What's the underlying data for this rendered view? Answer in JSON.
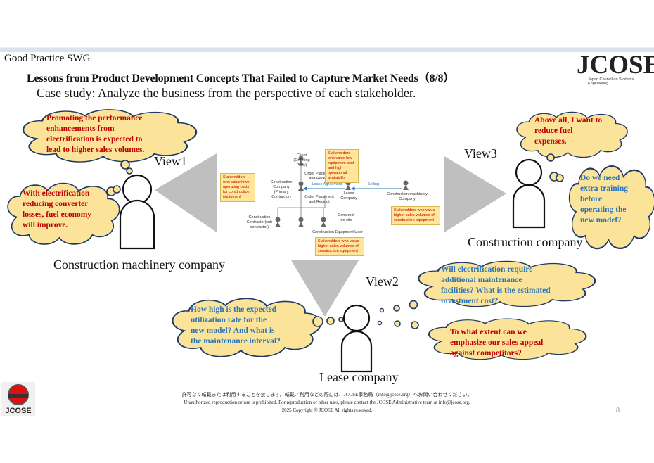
{
  "header": {
    "group": "Good Practice SWG",
    "title": "Lessons from Product Development Concepts That Failed to Capture Market Needs（8/8）",
    "subtitle": "Case study: Analyze the business from the perspective of each stakeholder.",
    "logo_mark": "JCOSE",
    "logo_subtext": "Japan Council on Systems Engineering"
  },
  "views": {
    "view1": "View1",
    "view2": "View2",
    "view3": "View3"
  },
  "stakeholders": {
    "machinery": {
      "caption": "Construction machinery company",
      "thoughts": [
        {
          "text": "Promoting the performance enhancements from electrification is expected to lead to higher sales volumes.",
          "color": "#c00000"
        },
        {
          "text": "With electrification reducing converter losses, fuel economy will improve.",
          "color": "#c00000"
        }
      ]
    },
    "construction": {
      "caption": "Construction company",
      "thoughts": [
        {
          "text": "Above all, I want to reduce fuel expenses.",
          "color": "#c00000"
        },
        {
          "text": "Do we need extra training before operating the new model?",
          "color": "#2e75b6"
        }
      ]
    },
    "lease": {
      "caption": "Lease company",
      "thoughts": [
        {
          "text": "How high is the expected utilization rate for the new model? And what is the maintenance interval?",
          "color": "#2e75b6"
        },
        {
          "text": "Will electrification require additional maintenance facilities? What is the estimated investment cost?",
          "color": "#2e75b6"
        },
        {
          "text": "To what extent can we emphasize our sales appeal against competitors?",
          "color": "#c00000"
        }
      ]
    }
  },
  "diagram": {
    "actors": {
      "client": "Client (Ordering Party)",
      "contractor": "Construction Company (Primary Contractor)",
      "subcontractor": "Construction Contractor(sub contractor)",
      "lease": "Lease Company",
      "machinery": "Construction machinery Company",
      "user": "Construction Equipment User",
      "site": "Construct ion site"
    },
    "relations": {
      "order1": "Order Placement and Receipt",
      "order2": "Order Placement and Receipt",
      "lease_agreement": "Lease Agreement",
      "selling": "Selling"
    },
    "notes": {
      "contractor": "Stakeholders who value lower operating costs for construction equipment",
      "lease": "Stakeholders who value low equipment cost and high operational availability",
      "machinery": "Stakeholders who value higher sales volumes of construction equipment",
      "user": "Stakeholders who value higher sales volumes of construction equipment"
    }
  },
  "footer": {
    "line_jp": "許可なく転載または利用することを禁じます。転載／利用などの際には、JCOSE事務局（info@jcose.org）へお問い合わせください。",
    "line_en": "Unauthorized reproduction or use is prohibited.  For reproduction or other uses, please contact the JCOSE Administrative team at info@jcose.org.",
    "copyright": "2025 Copyright © JCOSE All rights reserved.",
    "page_number": "8",
    "small_logo_text": "JCOSE"
  },
  "colors": {
    "cloud_fill": "#fbe49a",
    "cloud_stroke": "#1f3864",
    "view_cone": "#bfbfbf",
    "red_text": "#c00000",
    "blue_text": "#2e75b6"
  }
}
